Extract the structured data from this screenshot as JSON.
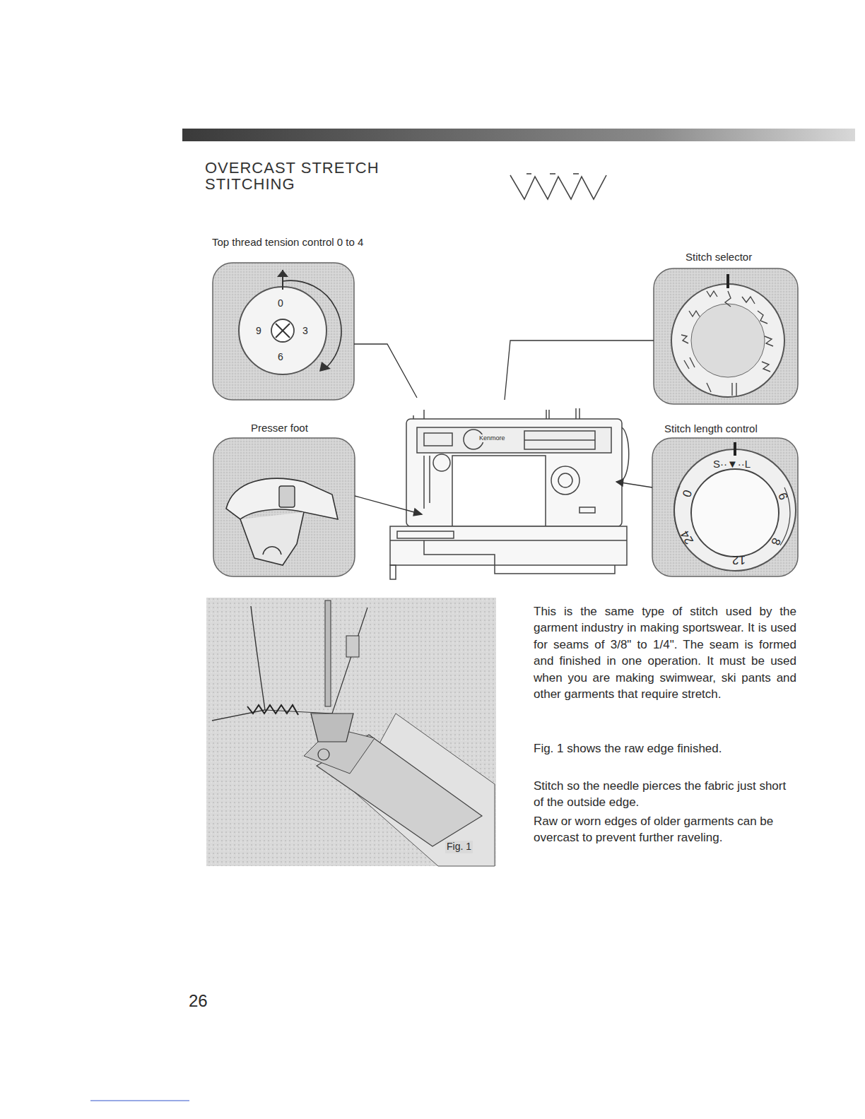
{
  "diagram": {
    "title": "OVERCAST STRETCH STITCHING",
    "labels": [
      "Top thread tension control 0 to 4",
      "0",
      "9",
      "3",
      "6",
      "Stitch selector",
      "Presser foot",
      "Kenmore",
      "Stitch length control",
      "S··▼··L",
      "0",
      "24",
      "12",
      "8",
      "6",
      "Fig. 1",
      "This is the same type of stitch used by the garment industry in making sportswear. It is used for seams of 3/8\" to 1/4\". The seam is formed and finished in one operation. It must be used when you are making swimwear, ski pants and other garments that require stretch.",
      "Fig. 1 shows the raw edge finished.",
      "Stitch so the needle pierces the fabric just short of the outside edge.",
      "Raw or worn edges of older garments can be overcast to prevent further raveling.",
      "26"
    ]
  }
}
